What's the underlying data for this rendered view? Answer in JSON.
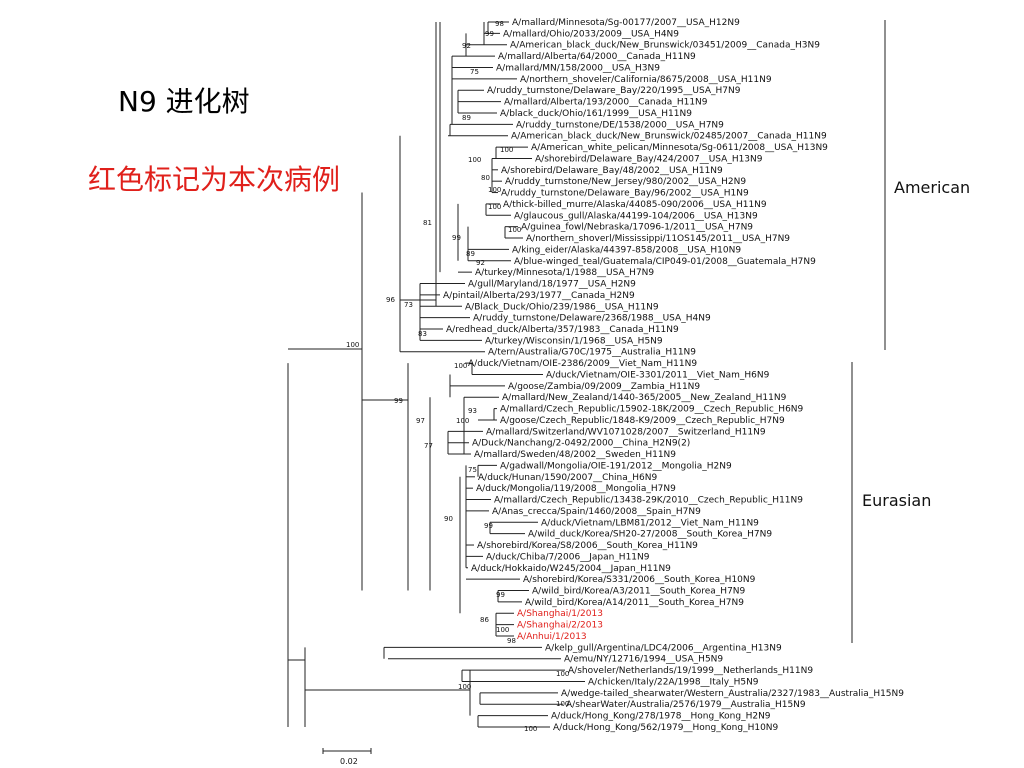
{
  "title": "N9 进化树",
  "note": "红色标记为本次病例",
  "highlight_color": "#e0201b",
  "clades": {
    "american": "American",
    "eurasian": "Eurasian"
  },
  "scale_bar_label": "0.02",
  "taxa": [
    "A/mallard/Minnesota/Sg-00177/2007__USA_H12N9",
    "A/mallard/Ohio/2033/2009__USA_H4N9",
    "A/American_black_duck/New_Brunswick/03451/2009__Canada_H3N9",
    "A/mallard/Alberta/64/2000__Canada_H11N9",
    "A/mallard/MN/158/2000__USA_H3N9",
    "A/northern_shoveler/California/8675/2008__USA_H11N9",
    "A/ruddy_turnstone/Delaware_Bay/220/1995__USA_H7N9",
    "A/mallard/Alberta/193/2000__Canada_H11N9",
    "A/black_duck/Ohio/161/1999__USA_H11N9",
    "A/ruddy_turnstone/DE/1538/2000__USA_H7N9",
    "A/American_black_duck/New_Brunswick/02485/2007__Canada_H11N9",
    "A/American_white_pelican/Minnesota/Sg-0611/2008__USA_H13N9",
    "A/shorebird/Delaware_Bay/424/2007__USA_H13N9",
    "A/shorebird/Delaware_Bay/48/2002__USA_H11N9",
    "A/ruddy_turnstone/New_Jersey/980/2002__USA_H2N9",
    "A/ruddy_turnstone/Delaware_Bay/96/2002__USA_H1N9",
    "A/thick-billed_murre/Alaska/44085-090/2006__USA_H11N9",
    "A/glaucous_gull/Alaska/44199-104/2006__USA_H13N9",
    "A/guinea_fowl/Nebraska/17096-1/2011__USA_H7N9",
    "A/northern_shoverl/Mississippi/11OS145/2011__USA_H7N9",
    "A/king_eider/Alaska/44397-858/2008__USA_H10N9",
    "A/blue-winged_teal/Guatemala/CIP049-01/2008__Guatemala_H7N9",
    "A/turkey/Minnesota/1/1988__USA_H7N9",
    "A/gull/Maryland/18/1977__USA_H2N9",
    "A/pintail/Alberta/293/1977__Canada_H2N9",
    "A/Black_Duck/Ohio/239/1986__USA_H11N9",
    "A/ruddy_turnstone/Delaware/2368/1988__USA_H4N9",
    "A/redhead_duck/Alberta/357/1983__Canada_H11N9",
    "A/turkey/Wisconsin/1/1968__USA_H5N9",
    "A/tern/Australia/G70C/1975__Australia_H11N9",
    "A/duck/Vietnam/OIE-2386/2009__Viet_Nam_H11N9",
    "A/duck/Vietnam/OIE-3301/2011__Viet_Nam_H6N9",
    "A/goose/Zambia/09/2009__Zambia_H11N9",
    "A/mallard/New_Zealand/1440-365/2005__New_Zealand_H11N9",
    "A/mallard/Czech_Republic/15902-18K/2009__Czech_Republic_H6N9",
    "A/goose/Czech_Republic/1848-K9/2009__Czech_Republic_H7N9",
    "A/mallard/Switzerland/WV1071028/2007__Switzerland_H11N9",
    "A/Duck/Nanchang/2-0492/2000__China_H2N9(2)",
    "A/mallard/Sweden/48/2002__Sweden_H11N9",
    "A/gadwall/Mongolia/OIE-191/2012__Mongolia_H2N9",
    "A/duck/Hunan/1590/2007__China_H6N9",
    "A/duck/Mongolia/119/2008__Mongolia_H7N9",
    "A/mallard/Czech_Republic/13438-29K/2010__Czech_Republic_H11N9",
    "A/Anas_crecca/Spain/1460/2008__Spain_H7N9",
    "A/duck/Vietnam/LBM81/2012__Viet_Nam_H11N9",
    "A/wild_duck/Korea/SH20-27/2008__South_Korea_H7N9",
    "A/shorebird/Korea/S8/2006__South_Korea_H11N9",
    "A/duck/Chiba/7/2006__Japan_H11N9",
    "A/duck/Hokkaido/W245/2004__Japan_H11N9",
    "A/shorebird/Korea/S331/2006__South_Korea_H10N9",
    "A/wild_bird/Korea/A3/2011__South_Korea_H7N9",
    "A/wild_bird/Korea/A14/2011__South_Korea_H7N9",
    "A/Shanghai/1/2013",
    "A/Shanghai/2/2013",
    "A/Anhui/1/2013",
    "A/kelp_gull/Argentina/LDC4/2006__Argentina_H13N9",
    "A/emu/NY/12716/1994__USA_H5N9",
    "A/shoveler/Netherlands/19/1999__Netherlands_H11N9",
    "A/chicken/Italy/22A/1998__Italy_H5N9",
    "A/wedge-tailed_shearwater/Western_Australia/2327/1983__Australia_H15N9",
    "A/shearWater/Australia/2576/1979__Australia_H15N9",
    "A/duck/Hong_Kong/278/1978__Hong_Kong_H2N9",
    "A/duck/Hong_Kong/562/1979__Hong_Kong_H10N9"
  ],
  "highlighted_taxa": [
    52,
    53,
    54
  ],
  "bootstrap": [
    "98",
    "99",
    "92",
    "75",
    "89",
    "100",
    "100",
    "80",
    "100",
    "100",
    "100",
    "99",
    "89",
    "92",
    "81",
    "96",
    "73",
    "83",
    "100",
    "100",
    "99",
    "97",
    "93",
    "100",
    "77",
    "75",
    "90",
    "99",
    "99",
    "86",
    "100",
    "98",
    "100",
    "100",
    "100",
    "100"
  ]
}
